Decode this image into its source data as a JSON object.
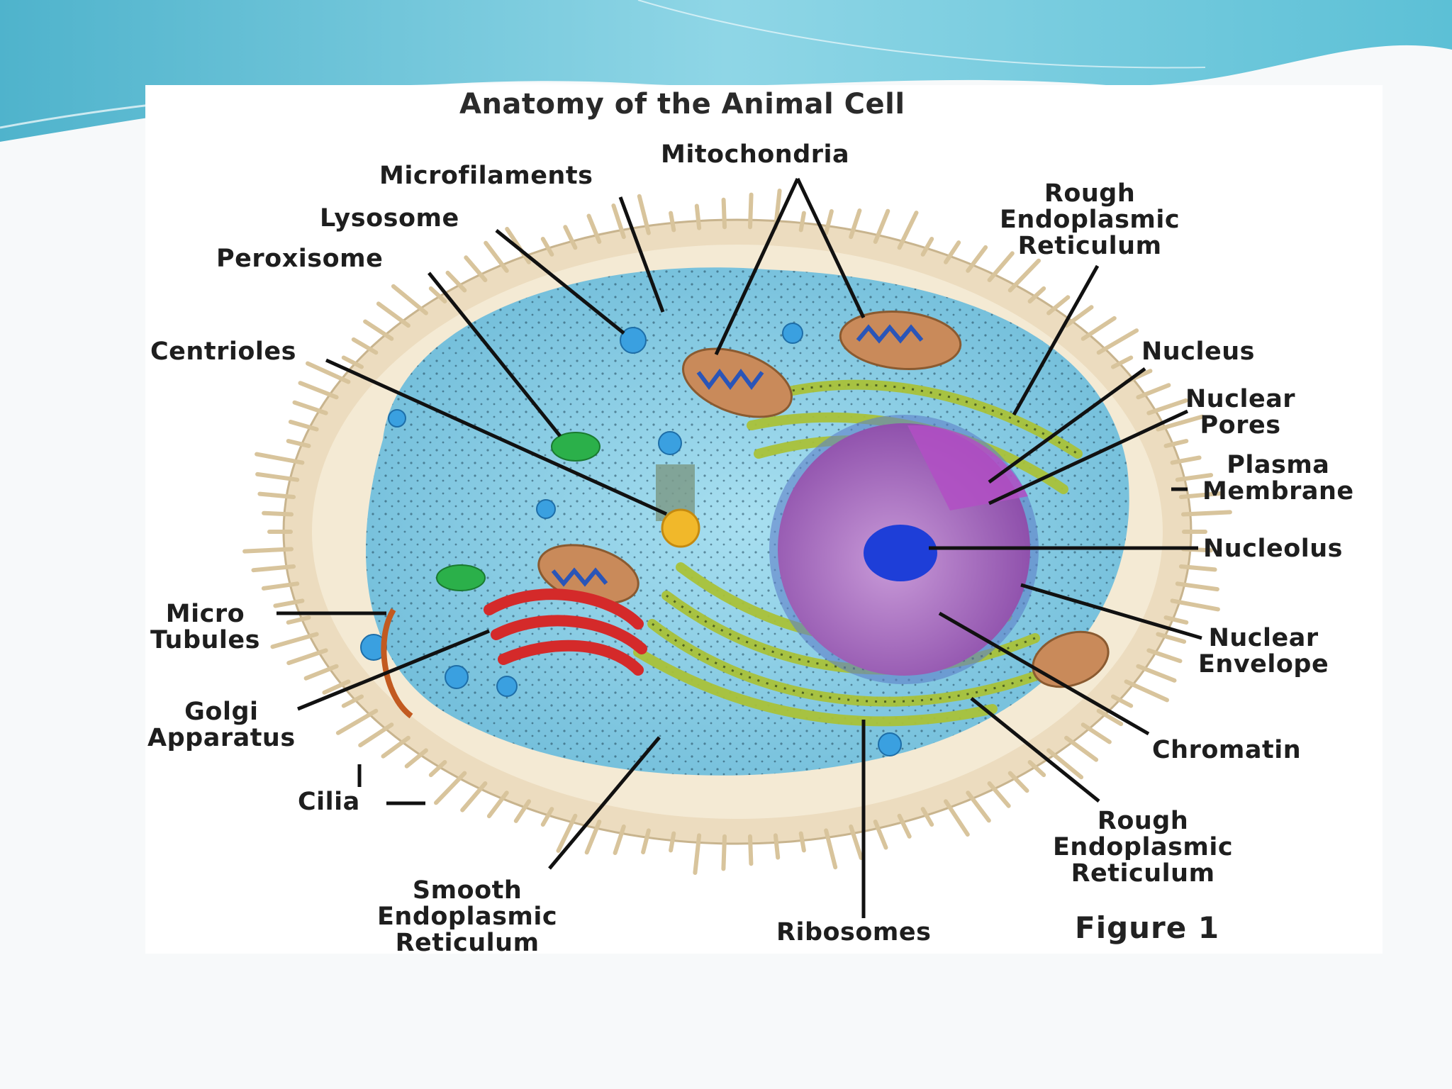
{
  "title": "Anatomy of the Animal Cell",
  "figure_label": "Figure 1",
  "labels": {
    "microfilaments": "Microfilaments",
    "mitochondria": "Mitochondria",
    "lysosome": "Lysosome",
    "peroxisome": "Peroxisome",
    "centrioles": "Centrioles",
    "rough_er_top": [
      "Rough",
      "Endoplasmic",
      "Reticulum"
    ],
    "nucleus": "Nucleus",
    "nuclear_pores": [
      "Nuclear",
      "Pores"
    ],
    "plasma_membrane": [
      "Plasma",
      "Membrane"
    ],
    "nucleolus": "Nucleolus",
    "nuclear_envelope": [
      "Nuclear",
      "Envelope"
    ],
    "micro_tubules": [
      "Micro",
      "Tubules"
    ],
    "golgi_apparatus": [
      "Golgi",
      "Apparatus"
    ],
    "cilia": "Cilia",
    "chromatin": "Chromatin",
    "rough_er_bottom": [
      "Rough",
      "Endoplasmic",
      "Reticulum"
    ],
    "smooth_er": [
      "Smooth",
      "Endoplasmic",
      "Reticulum"
    ],
    "ribosomes": "Ribosomes"
  },
  "colors": {
    "header_wave": "#6cc4d8",
    "cytoplasm": "#8fd0e8",
    "membrane": "#e9dcc0",
    "nucleus": "#9a5ab8",
    "nucleolus": "#1e3ed8",
    "mitochondria": "#c98a5a",
    "golgi": "#d42a2a",
    "er": "#a9c23a",
    "peroxisome": "#2bb04a",
    "lysosome": "#3aa0e0"
  }
}
